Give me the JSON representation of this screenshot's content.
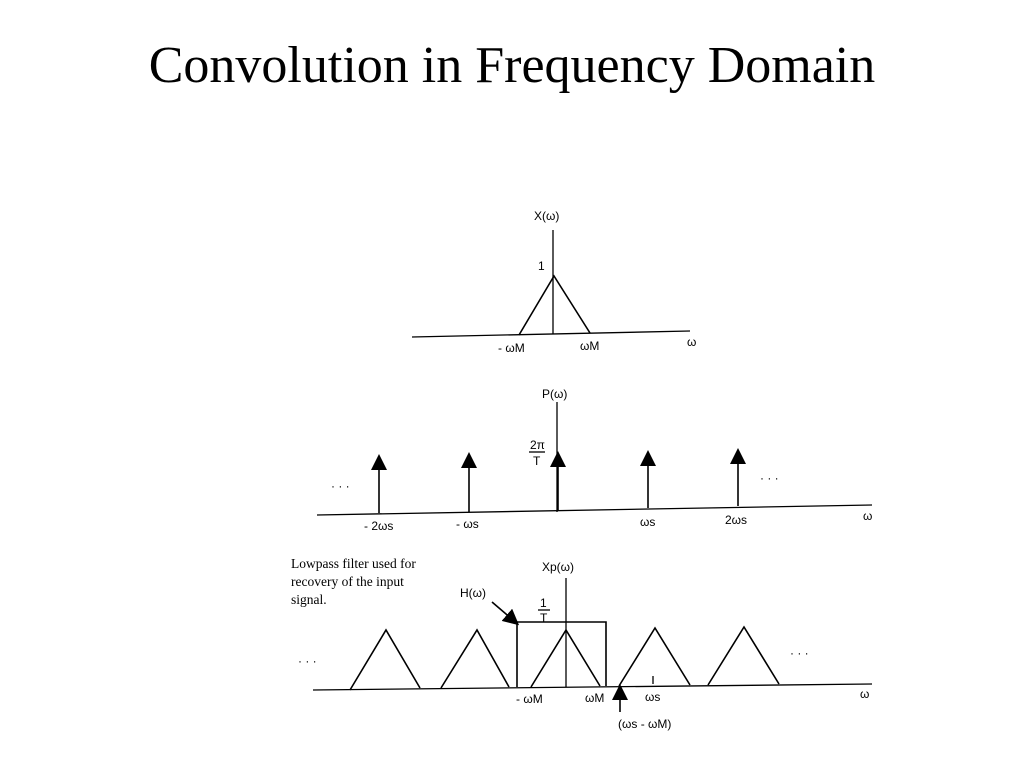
{
  "slide": {
    "title": "Convolution in Frequency Domain"
  },
  "panel_x": {
    "ylabel": "X(ω)",
    "peak": "1",
    "neg_wm": "- ωM",
    "pos_wm": "ωM",
    "omega": "ω"
  },
  "panel_p": {
    "ylabel": "P(ω)",
    "amp_num": "2π",
    "amp_den": "T",
    "ellipsis_left": "· · ·",
    "ellipsis_right": "· · ·",
    "neg_2ws": "- 2ωs",
    "neg_ws": "- ωs",
    "pos_ws": "ωs",
    "pos_2ws": "2ωs",
    "omega": "ω"
  },
  "panel_xp": {
    "note_line1": "Lowpass filter used for",
    "note_line2": "recovery of the input",
    "note_line3": "signal.",
    "filter_label": "H(ω)",
    "ylabel": "Xp(ω)",
    "amp_num": "1",
    "amp_den": "T",
    "ellipsis_left": "· · ·",
    "ellipsis_right": "· · ·",
    "neg_wm": "- ωM",
    "pos_wm": "ωM",
    "ws": "ωs",
    "ws_minus_wm": "(ωs - ωM)",
    "omega": "ω"
  }
}
